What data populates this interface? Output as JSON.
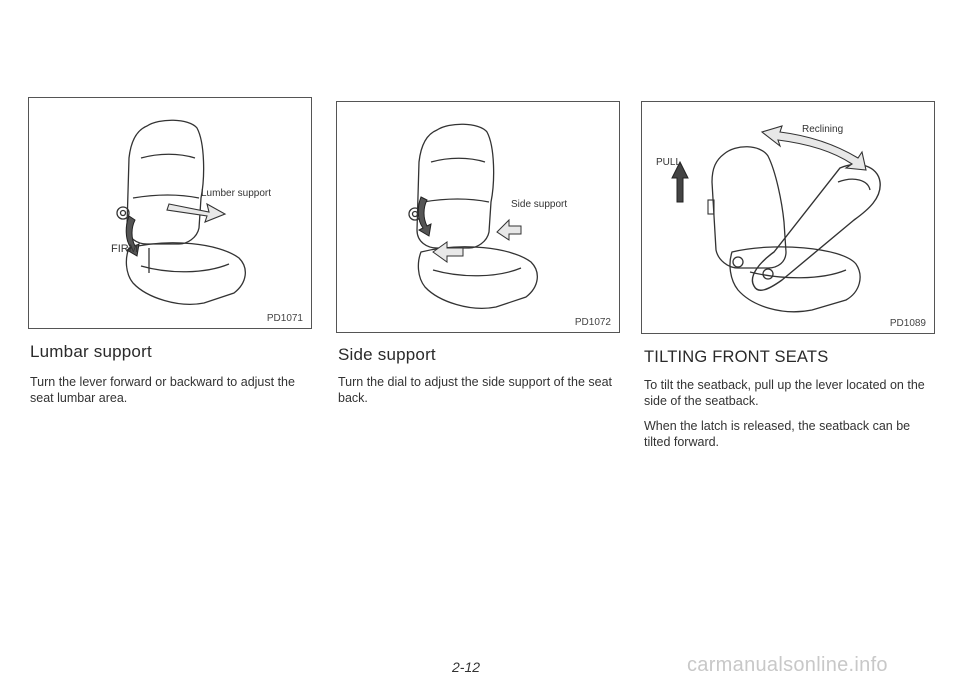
{
  "sections": [
    {
      "figure_code": "PD1071",
      "callouts": {
        "main": "Lumber support",
        "firm": "FIRM"
      },
      "heading": "Lumbar support",
      "paragraphs": [
        "Turn the lever forward or backward to adjust the seat lumbar area."
      ]
    },
    {
      "figure_code": "PD1072",
      "callouts": {
        "main": "Side support"
      },
      "heading": "Side support",
      "paragraphs": [
        "Turn the dial to adjust the side support of the seat back."
      ]
    },
    {
      "figure_code": "PD1089",
      "callouts": {
        "main": "Reclining",
        "pull": "PULL"
      },
      "heading": "TILTING FRONT SEATS",
      "paragraphs": [
        "To tilt the seatback, pull up the lever located on the side of the seatback.",
        "When the latch is released, the seatback can be tilted forward."
      ]
    }
  ],
  "page_number": "2-12",
  "watermark": "carmanualsonline.info"
}
